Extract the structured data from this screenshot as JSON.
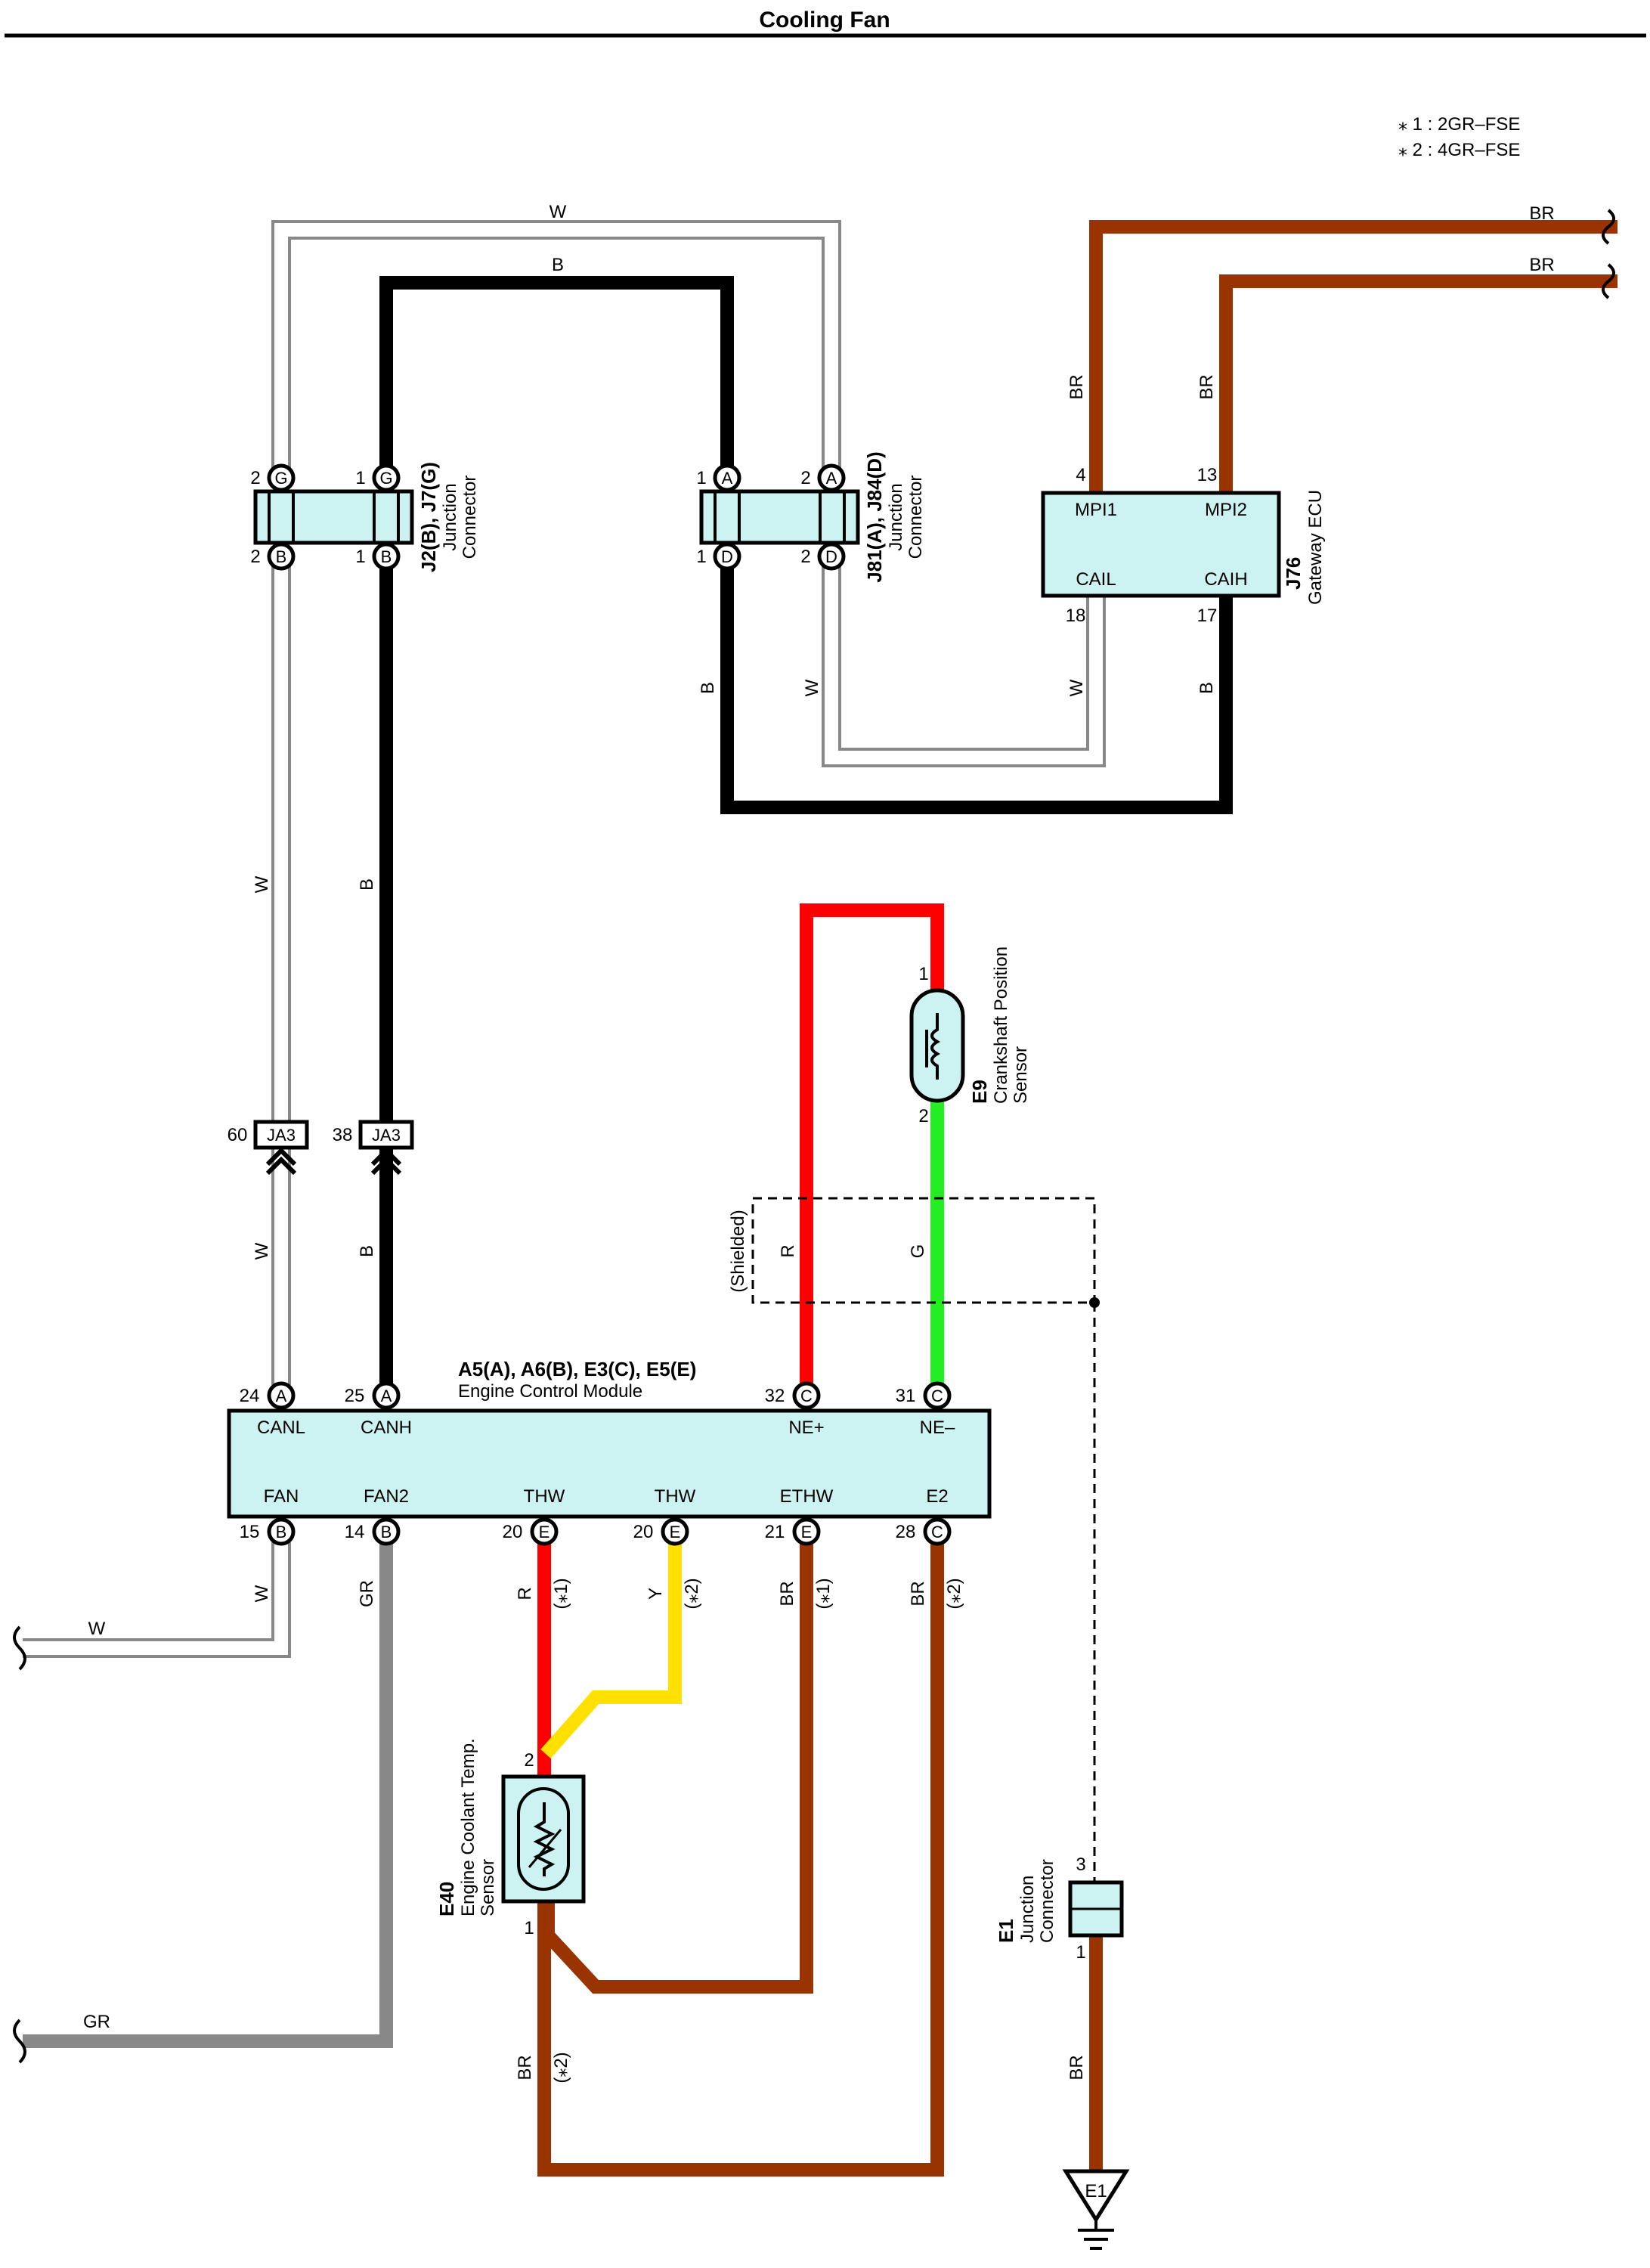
{
  "title": "Cooling Fan",
  "notes": [
    "⁎ 1 : 2GR–FSE",
    "⁎ 2 : 4GR–FSE"
  ],
  "colors": {
    "W": "#ffffff",
    "B": "#000000",
    "BR": "#993300",
    "R": "#ff0000",
    "G": "#22ee22",
    "Y": "#ffe000",
    "GR": "#888888",
    "component_fill": "#ccf2f2"
  },
  "wire_labels": {
    "W": "W",
    "B": "B",
    "BR": "BR",
    "R": "R",
    "G": "G",
    "Y": "Y",
    "GR": "GR",
    "star1": "(⁎1)",
    "star2": "(⁎2)"
  },
  "components": {
    "j2": {
      "id": "J2(B), J7(G)",
      "line1": "Junction",
      "line2": "Connector",
      "pins": {
        "p2g": "2",
        "p1g": "1",
        "p2b": "2",
        "p1b": "1",
        "g": "G",
        "b": "B"
      }
    },
    "j81": {
      "id": "J81(A), J84(D)",
      "line1": "Junction",
      "line2": "Connector",
      "pins": {
        "p1a": "1",
        "p2a": "2",
        "p1d": "1",
        "p2d": "2",
        "a": "A",
        "d": "D"
      }
    },
    "j76": {
      "id": "J76",
      "name": "Gateway ECU",
      "terms": {
        "mpi1": "MPI1",
        "mpi2": "MPI2",
        "cail": "CAIL",
        "caih": "CAIH"
      },
      "pins": {
        "p4": "4",
        "p13": "13",
        "p18": "18",
        "p17": "17"
      }
    },
    "e9": {
      "id": "E9",
      "line1": "Crankshaft Position",
      "line2": "Sensor",
      "pins": {
        "p1": "1",
        "p2": "2"
      }
    },
    "shield": {
      "label": "(Shielded)"
    },
    "ja3": {
      "label": "JA3",
      "pin60": "60",
      "pin38": "38"
    },
    "ecm": {
      "id": "A5(A), A6(B), E3(C), E5(E)",
      "name": "Engine Control Module",
      "top_terms": {
        "canl": "CANL",
        "canh": "CANH",
        "ne_plus": "NE+",
        "ne_minus": "NE–"
      },
      "bottom_terms": {
        "fan": "FAN",
        "fan2": "FAN2",
        "thw1": "THW",
        "thw2": "THW",
        "ethw": "ETHW",
        "e2": "E2"
      },
      "top_pins": [
        {
          "num": "24",
          "letter": "A"
        },
        {
          "num": "25",
          "letter": "A"
        },
        {
          "num": "32",
          "letter": "C"
        },
        {
          "num": "31",
          "letter": "C"
        }
      ],
      "bottom_pins": [
        {
          "num": "15",
          "letter": "B"
        },
        {
          "num": "14",
          "letter": "B"
        },
        {
          "num": "20",
          "letter": "E"
        },
        {
          "num": "20",
          "letter": "E"
        },
        {
          "num": "21",
          "letter": "E"
        },
        {
          "num": "28",
          "letter": "C"
        }
      ]
    },
    "e40": {
      "id": "E40",
      "line1": "Engine Coolant Temp.",
      "line2": "Sensor",
      "pins": {
        "p2": "2",
        "p1": "1"
      }
    },
    "e1": {
      "id": "E1",
      "line1": "Junction",
      "line2": "Connector",
      "pins": {
        "p3": "3",
        "p1": "1"
      }
    },
    "ground": {
      "label": "E1"
    }
  }
}
